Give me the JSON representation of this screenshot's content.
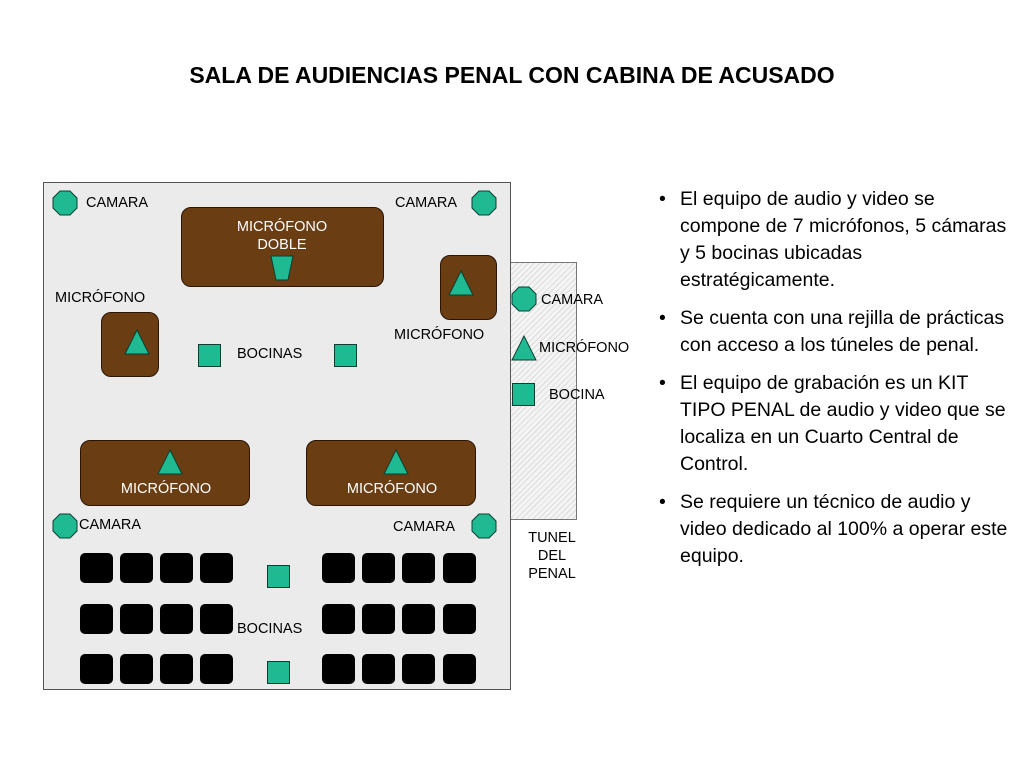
{
  "title": "SALA DE AUDIENCIAS PENAL CON CABINA DE ACUSADO",
  "colors": {
    "room_fill": "#ebebeb",
    "box_fill": "#6b3d13",
    "device_green": "#1fb992",
    "seat_black": "#000000",
    "box_text": "#ffffff"
  },
  "diagram": {
    "camera_top_left": "CAMARA",
    "camera_top_right": "CAMARA",
    "mic_double": "MICRÓFONO DOBLE",
    "mic_left": "MICRÓFONO",
    "mic_right": "MICRÓFONO",
    "speakers_middle": "BOCINAS",
    "mic_bottom_left": "MICRÓFONO",
    "mic_bottom_right": "MICRÓFONO",
    "camera_bottom_left": "CAMARA",
    "camera_bottom_right": "CAMARA",
    "speakers_bottom": "BOCINAS",
    "tunnel_camera": "CAMARA",
    "tunnel_mic": "MICRÓFONO",
    "tunnel_speaker": "BOCINA",
    "tunnel_label": "TUNEL DEL PENAL"
  },
  "notes": [
    "El equipo de audio y video se compone de 7 micrófonos, 5 cámaras y 5 bocinas ubicadas estratégicamente.",
    "Se cuenta con una rejilla de prácticas con acceso a los túneles de penal.",
    "El equipo de grabación es un KIT TIPO PENAL de audio y video que se localiza en un Cuarto Central de Control.",
    "Se requiere un técnico de audio y video dedicado al 100% a operar este equipo."
  ]
}
